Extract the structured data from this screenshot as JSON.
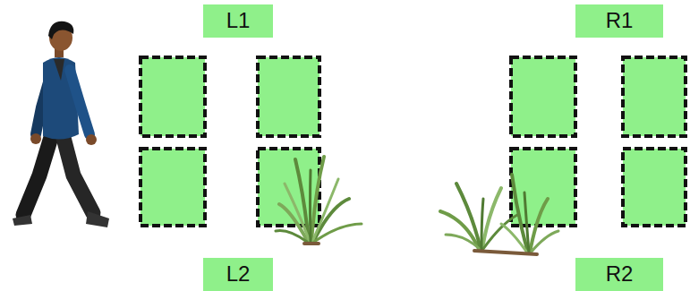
{
  "diagram": {
    "nodes": [
      {
        "text": [
          "L1"
        ]
      },
      {
        "text": [
          "R1"
        ]
      },
      {
        "text": [
          "L2"
        ]
      },
      {
        "text": [
          "R2"
        ]
      }
    ]
  }
}
